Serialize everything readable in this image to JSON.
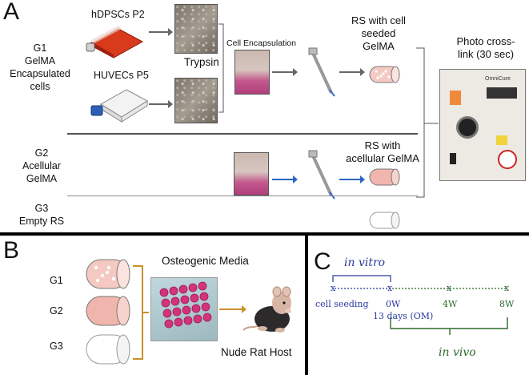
{
  "panels": {
    "a": "A",
    "b": "B",
    "c": "C"
  },
  "panel_a": {
    "g1": [
      "G1",
      "GelMA",
      "Encapsulated",
      "cells"
    ],
    "g2": [
      "G2",
      "Acellular",
      "GelMA"
    ],
    "g3": [
      "G3",
      "Empty RS"
    ],
    "hdpsc": "hDPSCs P2",
    "huvec": "HUVECs P5",
    "trypsin": "Trypsin",
    "cell_encapsulation": "Cell Encapsulation",
    "rs_seeded": [
      "RS with cell",
      "seeded",
      "GelMA"
    ],
    "rs_acellular": [
      "RS with",
      "acellular GelMA"
    ],
    "photo_crosslink": [
      "Photo cross-",
      "link (30 sec)"
    ],
    "device_brand": "OmniCure",
    "arrow_blue": "#2a66c4",
    "arrow_gray": "#666666"
  },
  "panel_b": {
    "groups": [
      "G1",
      "G2",
      "G3"
    ],
    "osteogenic_media": "Osteogenic Media",
    "host": "Nude Rat Host",
    "bracket_color": "#c8922c"
  },
  "panel_c": {
    "in_vitro": "in vitro",
    "in_vivo": "in vivo",
    "timeline_marks": [
      "x",
      "x",
      "x",
      "x"
    ],
    "timeline_labels": [
      "cell seeding",
      "0W",
      "4W",
      "8W"
    ],
    "om_note": "13 days (OM)",
    "vitro_color": "#2a3a9c",
    "vivo_color": "#2c6a2c"
  }
}
